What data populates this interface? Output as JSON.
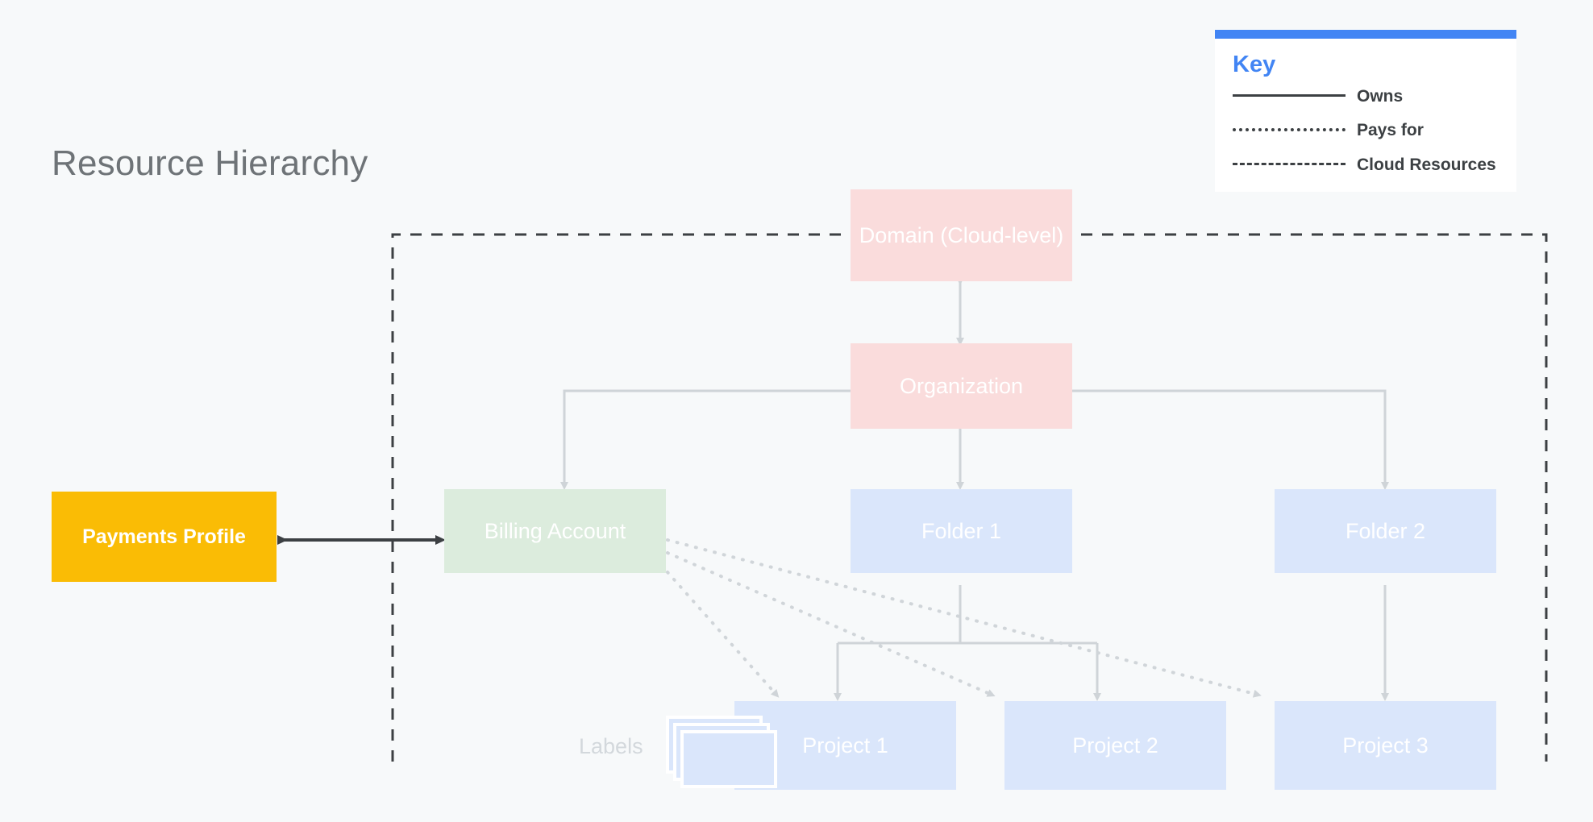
{
  "page": {
    "title": "Resource Hierarchy",
    "background_color": "#f7f9fa"
  },
  "legend": {
    "title": "Key",
    "accent_color": "#4285f4",
    "items": [
      {
        "style": "solid",
        "label": "Owns"
      },
      {
        "style": "dotted",
        "label": "Pays for"
      },
      {
        "style": "dashed",
        "label": "Cloud Resources"
      }
    ]
  },
  "nodes": {
    "domain": {
      "label": "Domain (Cloud-level)",
      "color": "#fadcdc"
    },
    "organization": {
      "label": "Organization",
      "color": "#fadcdc"
    },
    "billing_account": {
      "label": "Billing Account",
      "color": "#dcecdd"
    },
    "folder_1": {
      "label": "Folder 1",
      "color": "#dae6fb"
    },
    "folder_2": {
      "label": "Folder 2",
      "color": "#dae6fb"
    },
    "project_1": {
      "label": "Project 1",
      "color": "#dae6fb"
    },
    "project_2": {
      "label": "Project 2",
      "color": "#dae6fb"
    },
    "project_3": {
      "label": "Project 3",
      "color": "#dae6fb"
    },
    "payments_profile": {
      "label": "Payments Profile",
      "color": "#fabc05"
    },
    "labels": {
      "label": "Labels",
      "color": "#dae6fb"
    }
  },
  "boundary": {
    "name": "Cloud Resources",
    "style": "dashed",
    "color": "#3c4043"
  },
  "relationships": [
    {
      "from": "Domain (Cloud-level)",
      "to": "Organization",
      "type": "Owns",
      "bidirectional": true
    },
    {
      "from": "Organization",
      "to": "Billing Account",
      "type": "Owns"
    },
    {
      "from": "Organization",
      "to": "Folder 1",
      "type": "Owns"
    },
    {
      "from": "Organization",
      "to": "Folder 2",
      "type": "Owns"
    },
    {
      "from": "Folder 1",
      "to": "Project 1",
      "type": "Owns"
    },
    {
      "from": "Folder 1",
      "to": "Project 2",
      "type": "Owns"
    },
    {
      "from": "Folder 2",
      "to": "Project 3",
      "type": "Owns"
    },
    {
      "from": "Billing Account",
      "to": "Project 1",
      "type": "Pays for"
    },
    {
      "from": "Billing Account",
      "to": "Project 2",
      "type": "Pays for"
    },
    {
      "from": "Billing Account",
      "to": "Project 3",
      "type": "Pays for"
    },
    {
      "from": "Payments Profile",
      "to": "Billing Account",
      "type": "Owns",
      "bidirectional": true
    }
  ]
}
